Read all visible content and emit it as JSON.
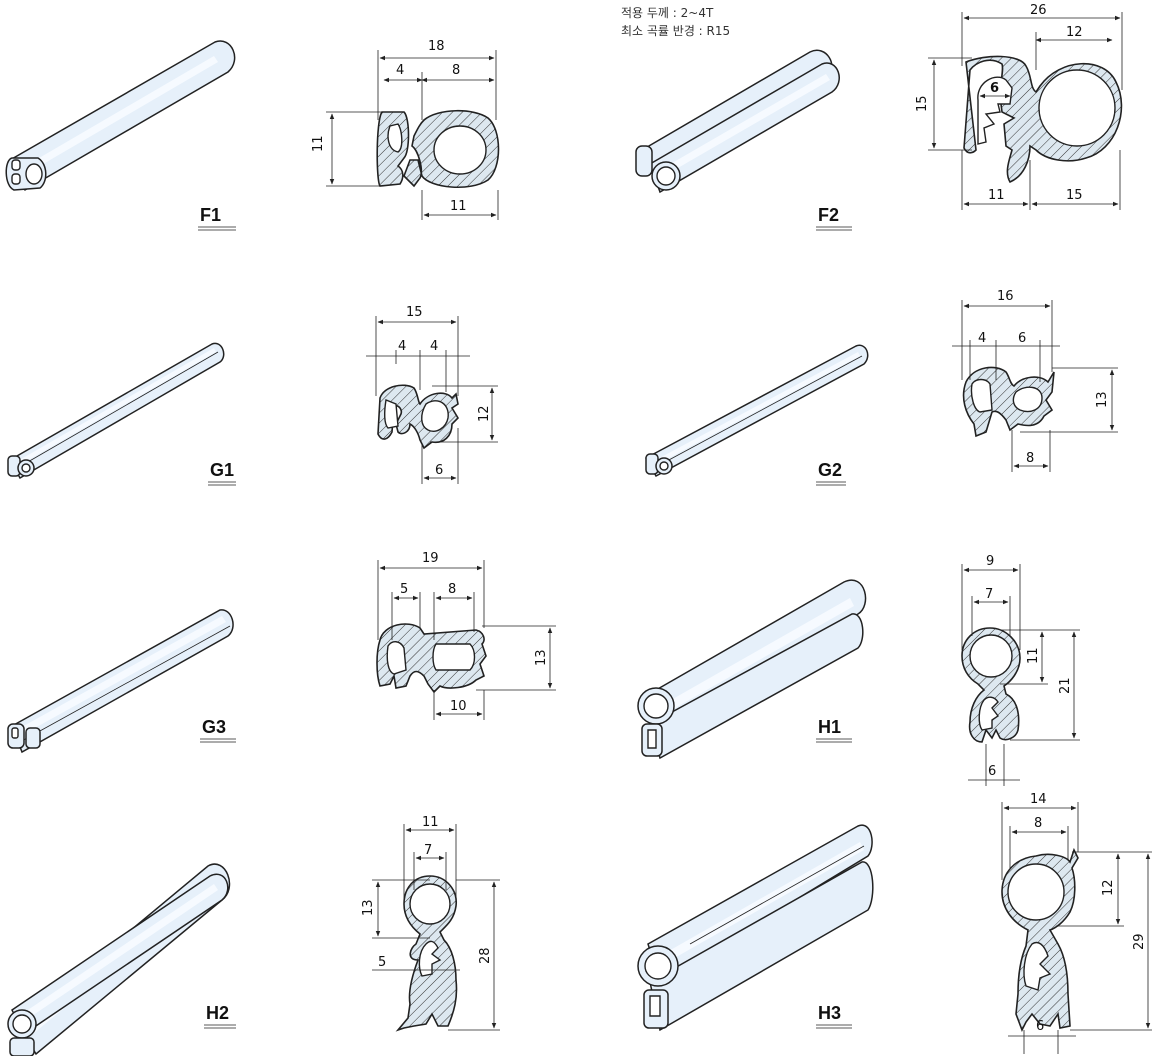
{
  "notes": {
    "thickness": "적용 두께 : 2~4T",
    "radius": "최소 곡률 반경 : R15"
  },
  "profiles": [
    {
      "code": "F1",
      "dims": [
        "18",
        "4",
        "8",
        "11",
        "11"
      ]
    },
    {
      "code": "F2",
      "dims": [
        "26",
        "12",
        "6",
        "15",
        "11",
        "15"
      ]
    },
    {
      "code": "G1",
      "dims": [
        "15",
        "4",
        "4",
        "12",
        "6"
      ]
    },
    {
      "code": "G2",
      "dims": [
        "16",
        "4",
        "6",
        "13",
        "8"
      ]
    },
    {
      "code": "G3",
      "dims": [
        "19",
        "5",
        "8",
        "13",
        "10"
      ]
    },
    {
      "code": "H1",
      "dims": [
        "9",
        "7",
        "11",
        "21",
        "6"
      ]
    },
    {
      "code": "H2",
      "dims": [
        "11",
        "7",
        "13",
        "5",
        "28"
      ]
    },
    {
      "code": "H3",
      "dims": [
        "14",
        "8",
        "12",
        "29",
        "6"
      ]
    }
  ],
  "colors": {
    "fill": "#e6f0fa",
    "hatch_bg": "#dde8f0",
    "line": "#222222"
  }
}
